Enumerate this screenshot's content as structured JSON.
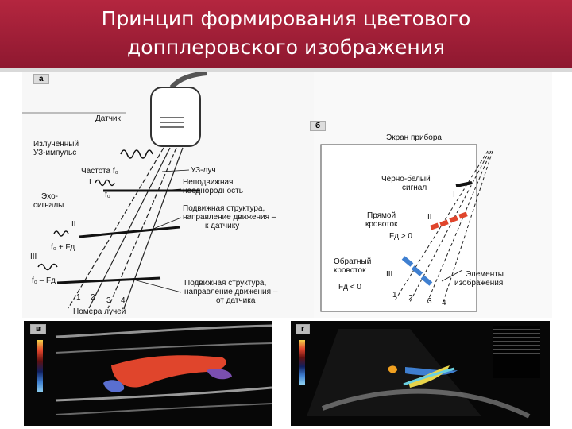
{
  "slide": {
    "title_line1": "Принцип формирования цветового",
    "title_line2": "допплеровского изображения"
  },
  "panel_a": {
    "tag": "а",
    "labels": {
      "sensor": "Датчик",
      "emitted_1": "Излученный",
      "emitted_2": "УЗ-импульс",
      "freq": "Частота f₀",
      "us_beam": "УЗ-луч",
      "roman1": "I",
      "f0": "f₀",
      "static_1": "Неподвижная",
      "static_2": "неоднородность",
      "echo_1": "Эхо-",
      "echo_2": "сигналы",
      "roman2": "II",
      "f0_plus": "f₀ + Fд",
      "toward_1": "Подвижная структура,",
      "toward_2": "направление движения –",
      "toward_3": "к датчику",
      "roman3": "III",
      "f0_minus": "f₀ – Fд",
      "away_1": "Подвижная структура,",
      "away_2": "направление движения –",
      "away_3": "от датчика",
      "n1": "1",
      "n2": "2",
      "n3": "3",
      "n4": "4",
      "beams": "Номера лучей"
    }
  },
  "panel_b": {
    "tag": "б",
    "labels": {
      "screen": "Экран прибора",
      "bw_1": "Черно-белый",
      "bw_2": "сигнал",
      "roman1": "I",
      "direct_1": "Прямой",
      "direct_2": "кровоток",
      "roman2": "II",
      "fd_pos": "Fд > 0",
      "reverse_1": "Обратный",
      "reverse_2": "кровоток",
      "roman3": "III",
      "fd_neg": "Fд < 0",
      "elements_1": "Элементы",
      "elements_2": "изображения",
      "n1": "1",
      "n2": "2",
      "n3": "3",
      "n4": "4"
    }
  },
  "panel_c": {
    "tag": "в"
  },
  "panel_d": {
    "tag": "г"
  },
  "colors": {
    "header": "#a01f37",
    "flow_toward": "#e0452c",
    "flow_away": "#3f7fd0",
    "us_background": "#070707"
  }
}
